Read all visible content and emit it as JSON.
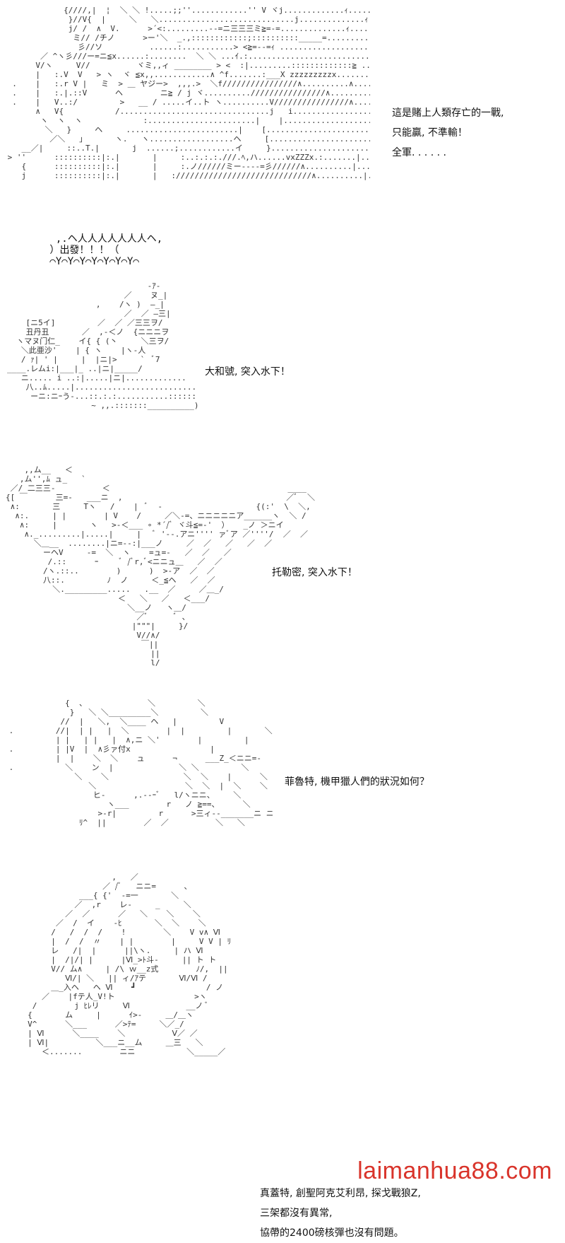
{
  "panels": [
    {
      "caption_lines": [
        "這是賭上人類存亡的一戰,",
        "只能贏, 不準輸！",
        "全軍. . . . . ."
      ],
      "shout": "出發！！！"
    },
    {
      "caption_lines": [
        "大和號, 突入水下！"
      ]
    },
    {
      "caption_lines": [
        "托勒密, 突入水下！"
      ]
    },
    {
      "caption_lines": [
        "菲魯特, 機甲獵人們的狀況如何？"
      ]
    },
    {
      "caption_lines": [
        "真蓋特, 創聖阿克艾利昂, 探戈戰狼Z,",
        "三架都沒有異常,",
        "協帶的2400磅核彈也沒有問題。"
      ]
    }
  ],
  "watermark": "laimanhua88.com"
}
